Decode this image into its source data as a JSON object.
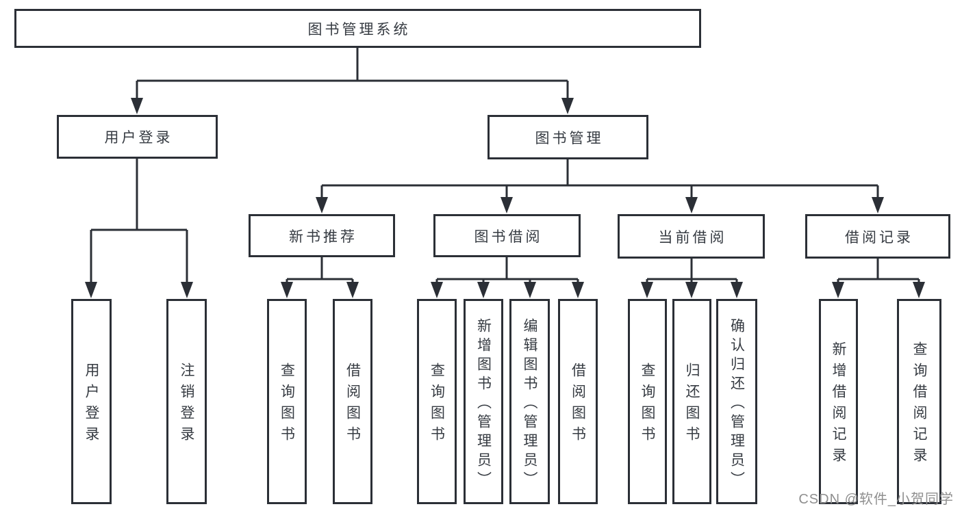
{
  "diagram": {
    "root": {
      "label": "图书管理系统"
    },
    "level2": {
      "user_login": {
        "label": "用户登录"
      },
      "book_management": {
        "label": "图书管理"
      }
    },
    "level3": {
      "new_book_recommend": {
        "label": "新书推荐"
      },
      "book_borrowing": {
        "label": "图书借阅"
      },
      "current_borrowing": {
        "label": "当前借阅"
      },
      "borrowing_records": {
        "label": "借阅记录"
      }
    },
    "leaves": {
      "user_login": {
        "label": "用户登录"
      },
      "logout": {
        "label": "注销登录"
      },
      "nb_query_books": {
        "label": "查询图书"
      },
      "nb_borrow_books": {
        "label": "借阅图书"
      },
      "bb_query_books": {
        "label": "查询图书"
      },
      "bb_add_books_admin": {
        "label": "新增图书（管理员）"
      },
      "bb_edit_books_admin": {
        "label": "编辑图书（管理员）"
      },
      "bb_borrow_books": {
        "label": "借阅图书"
      },
      "cb_query_books": {
        "label": "查询图书"
      },
      "cb_return_books": {
        "label": "归还图书"
      },
      "cb_confirm_return_admin": {
        "label": "确认归还（管理员）"
      },
      "br_add_record": {
        "label": "新增借阅记录"
      },
      "br_query_record": {
        "label": "查询借阅记录"
      }
    }
  },
  "watermark": {
    "text": "CSDN @软件_小贺同学"
  },
  "colors": {
    "line": "#2b2f36",
    "text": "#363b42",
    "watermark": "#8f8f8f",
    "background": "#ffffff"
  }
}
